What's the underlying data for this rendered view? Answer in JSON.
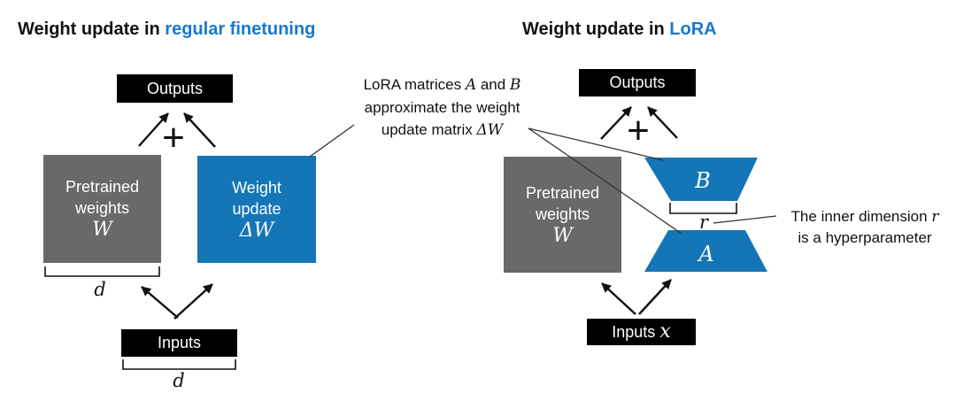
{
  "colors": {
    "title_blue": "#1779CE",
    "accent_blue": "#1476B6",
    "box_gray": "#696969",
    "box_black": "#000000"
  },
  "titles": {
    "left_prefix": "Weight update in ",
    "left_highlight": "regular finetuning",
    "right_prefix": "Weight update in ",
    "right_highlight": "LoRA"
  },
  "left_diagram": {
    "outputs_label": "Outputs",
    "plus_sign": "+",
    "pretrained_box": {
      "line1": "Pretrained",
      "line2": "weights",
      "math": "W"
    },
    "update_box": {
      "line1": "Weight",
      "line2": "update",
      "math": "ΔW"
    },
    "inputs_label": "Inputs",
    "weights_dim_label": "d",
    "inputs_dim_label": "d"
  },
  "middle_annotation": {
    "line1_text1": "LoRA matrices ",
    "line1_math1": "A",
    "line1_text2": " and ",
    "line1_math2": "B",
    "line2": "approximate the weight",
    "line3_text": "update matrix ",
    "line3_math": "ΔW"
  },
  "right_diagram": {
    "outputs_label": "Outputs",
    "plus_sign": "+",
    "pretrained_box": {
      "line1": "Pretrained",
      "line2": "weights",
      "math": "W"
    },
    "matrix_b_label": "B",
    "matrix_a_label": "A",
    "rank_label": "r",
    "inputs_text": "Inputs ",
    "inputs_math": "x"
  },
  "right_annotation": {
    "line1_text": "The inner dimension ",
    "line1_math": "r",
    "line2": "is a hyperparameter"
  }
}
